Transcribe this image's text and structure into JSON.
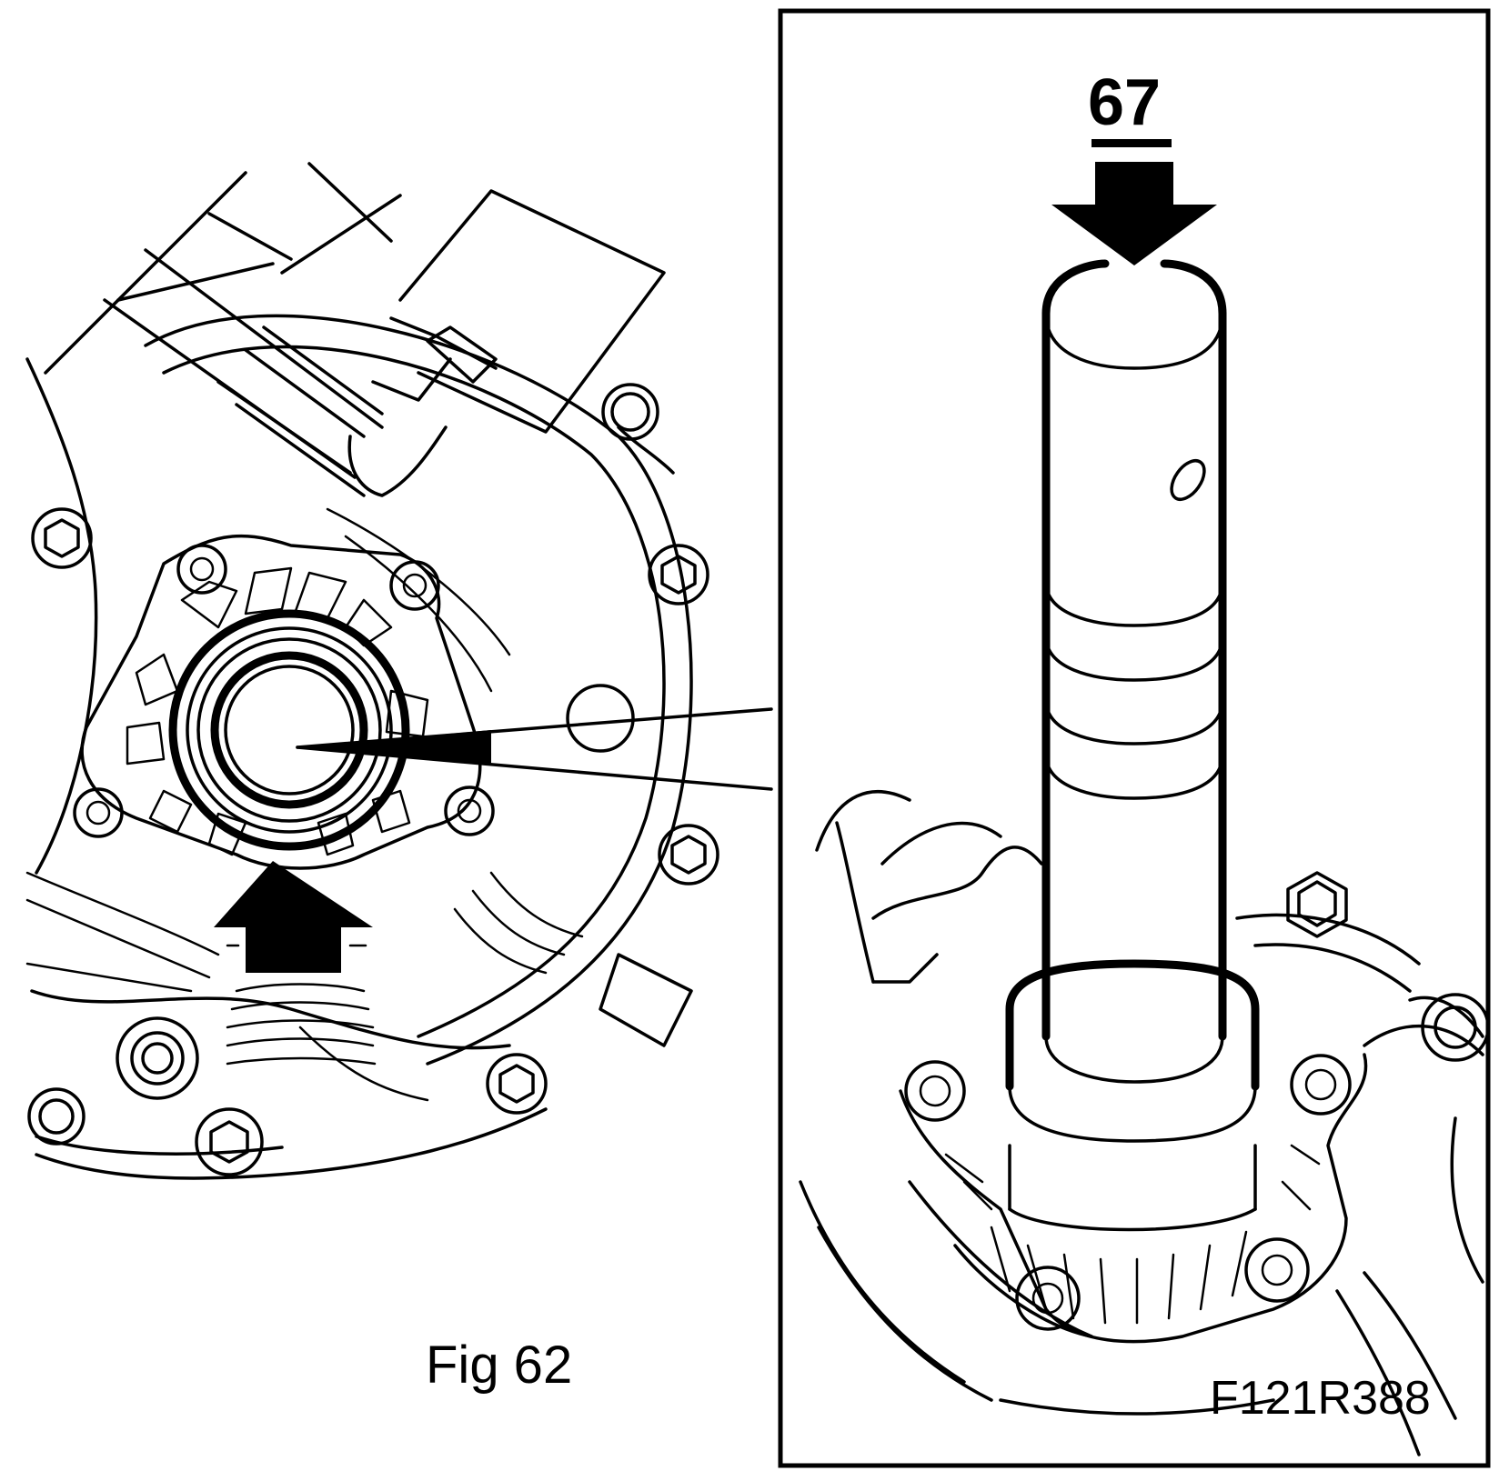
{
  "figure": {
    "caption": "Fig 62",
    "reference_code": "F121R388"
  },
  "detail": {
    "tool_label": "67"
  },
  "icons": {
    "install_arrow": "arrow-up-icon",
    "press_arrow": "arrow-down-icon"
  },
  "colors": {
    "ink": "#000000",
    "paper": "#ffffff"
  }
}
